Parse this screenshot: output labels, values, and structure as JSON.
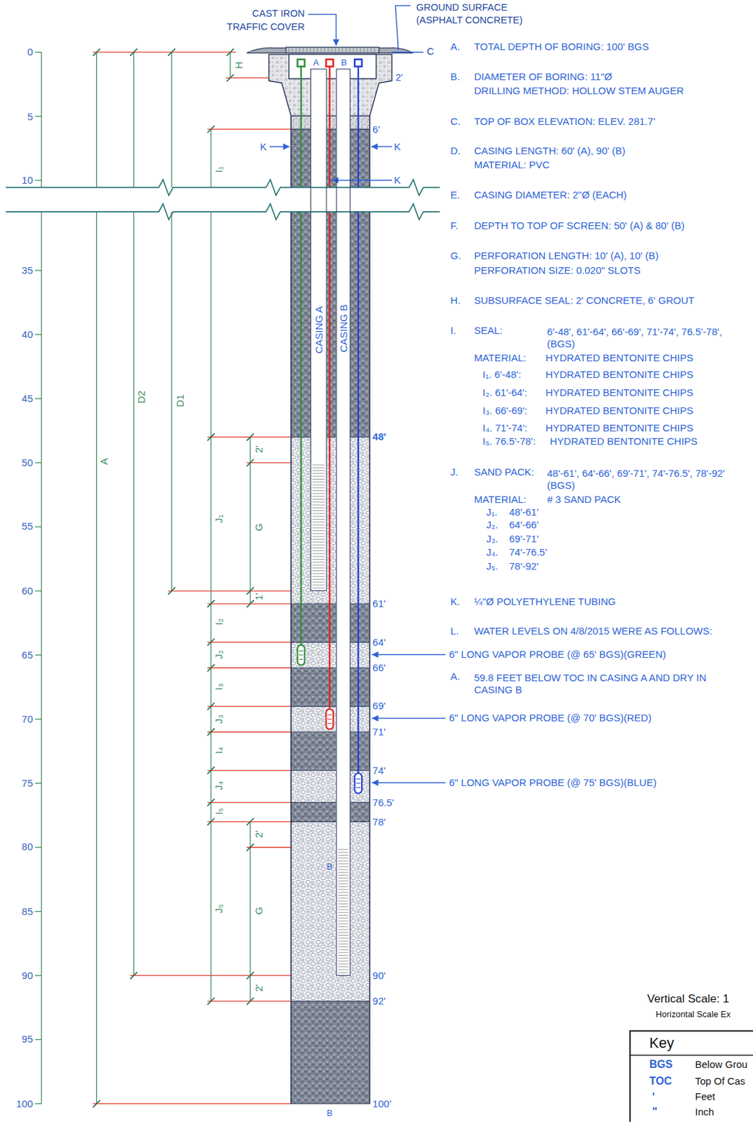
{
  "diagram": {
    "nodes": [
      {
        "text": [
          "CASING A"
        ]
      },
      {
        "text": [
          "CASING B"
        ]
      },
      {
        "text": [
          "Key"
        ]
      }
    ],
    "labels": [
      "CAST IRON TRAFFIC COVER",
      "GROUND SURFACE (ASPHALT CONCRETE)",
      "C",
      "A",
      "B",
      "H",
      "2'",
      "6'",
      "K",
      "K",
      "K",
      "0",
      "5",
      "10",
      "35",
      "40",
      "45",
      "50",
      "55",
      "60",
      "65",
      "70",
      "75",
      "80",
      "85",
      "90",
      "95",
      "100",
      "A",
      "D2",
      "D1",
      "I₁",
      "2'",
      "G",
      "J₁",
      "1'",
      "I₂",
      "J₂",
      "I₃",
      "J₃",
      "I₄",
      "J₄",
      "I₅",
      "2'",
      "G",
      "J₅",
      "2'",
      "48'",
      "61'",
      "64'",
      "66'",
      "69'",
      "71'",
      "74'",
      "76.5'",
      "78'",
      "90'",
      "92'",
      "100'",
      "B",
      "B",
      "A.",
      "TOTAL DEPTH OF BORING: 100' BGS",
      "B.",
      "DIAMETER OF BORING: 11\"Ø",
      "DRILLING METHOD: HOLLOW STEM AUGER",
      "C.",
      "TOP OF BOX ELEVATION: ELEV. 281.7'",
      "D.",
      "CASING LENGTH: 60' (A), 90' (B)",
      "MATERIAL: PVC",
      "E.",
      "CASING DIAMETER: 2\"Ø (EACH)",
      "F.",
      "DEPTH TO TOP OF SCREEN: 50' (A) & 80' (B)",
      "G.",
      "PERFORATION LENGTH: 10' (A), 10' (B)",
      "PERFORATION SIZE: 0.020\" SLOTS",
      "H.",
      "SUBSURFACE SEAL: 2' CONCRETE, 6' GROUT",
      "I.",
      "SEAL:",
      "6'-48', 61'-64', 66'-69', 71'-74', 76.5'-78', (BGS)",
      "MATERIAL:",
      "HYDRATED BENTONITE CHIPS",
      "I₁. 6'-48':",
      "HYDRATED BENTONITE CHIPS",
      "I₂. 61'-64':",
      "HYDRATED BENTONITE CHIPS",
      "I₃. 66'-69':",
      "HYDRATED BENTONITE CHIPS",
      "I₄. 71'-74':",
      "HYDRATED BENTONITE CHIPS",
      "I₅. 76.5'-78':",
      "HYDRATED BENTONITE CHIPS",
      "J.",
      "SAND PACK:",
      "48'-61', 64'-66', 69'-71', 74'-76.5', 78'-92' (BGS)",
      "MATERIAL:",
      "# 3 SAND PACK",
      "J₁.",
      "48'-61'",
      "J₂.",
      "64'-66'",
      "J₃.",
      "69'-71'",
      "J₄.",
      "74'-76.5'",
      "J₅.",
      "78'-92'",
      "K.",
      "¼\"Ø POLYETHYLENE TUBING",
      "L.",
      "WATER LEVELS ON 4/8/2015 WERE AS FOLLOWS:",
      "6\" LONG VAPOR PROBE (@ 65' BGS)(GREEN)",
      "A.",
      "59.8 FEET BELOW TOC IN CASING A AND DRY IN CASING B",
      "6\" LONG VAPOR PROBE (@ 70' BGS)(RED)",
      "6\" LONG VAPOR PROBE (@ 75' BGS)(BLUE)",
      "Vertical Scale: 1",
      "Horizontal Scale Ex",
      "BGS",
      "Below Grou",
      "TOC",
      "Top Of Cas",
      "'",
      "Feet",
      "\"",
      "Inch"
    ]
  }
}
